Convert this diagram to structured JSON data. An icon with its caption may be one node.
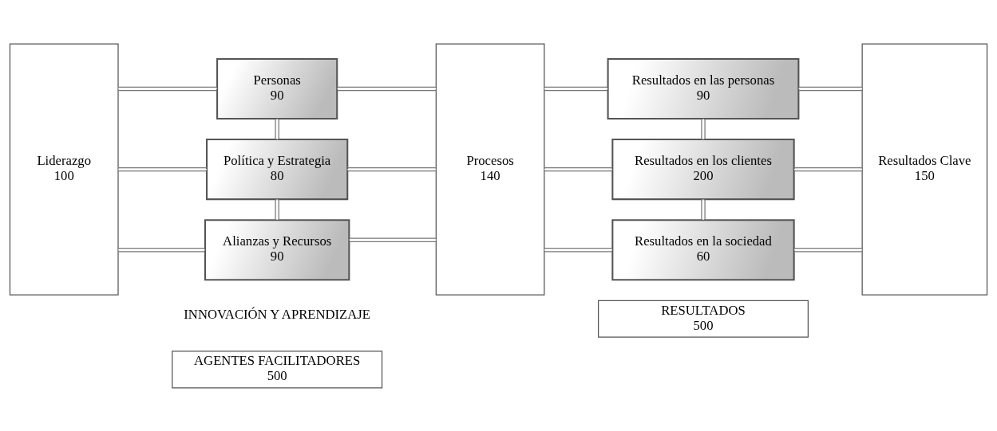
{
  "diagram": {
    "nodes": [
      {
        "text": [
          "Liderazgo",
          "100"
        ]
      },
      {
        "text": [
          "Personas",
          "90"
        ]
      },
      {
        "text": [
          "Política y Estrategia",
          "80"
        ]
      },
      {
        "text": [
          "Alianzas y Recursos",
          "90"
        ]
      },
      {
        "text": [
          "Procesos",
          "140"
        ]
      },
      {
        "text": [
          "Resultados en las personas",
          "90"
        ]
      },
      {
        "text": [
          "Resultados en los clientes",
          "200"
        ]
      },
      {
        "text": [
          "Resultados en la sociedad",
          "60"
        ]
      },
      {
        "text": [
          "Resultados Clave",
          "150"
        ]
      },
      {
        "text": [
          "AGENTES FACILITADORES",
          "500"
        ]
      },
      {
        "text": [
          "RESULTADOS",
          "500"
        ]
      }
    ],
    "edges": [
      {
        "from": 0,
        "to": 1,
        "arrow": "none"
      },
      {
        "from": 0,
        "to": 2,
        "arrow": "none"
      },
      {
        "from": 0,
        "to": 3,
        "arrow": "none"
      },
      {
        "from": 1,
        "to": 2,
        "arrow": "none"
      },
      {
        "from": 2,
        "to": 3,
        "arrow": "none"
      },
      {
        "from": 1,
        "to": 4,
        "arrow": "none"
      },
      {
        "from": 2,
        "to": 4,
        "arrow": "none"
      },
      {
        "from": 3,
        "to": 4,
        "arrow": "none"
      },
      {
        "from": 4,
        "to": 5,
        "arrow": "none"
      },
      {
        "from": 4,
        "to": 6,
        "arrow": "none"
      },
      {
        "from": 4,
        "to": 7,
        "arrow": "none"
      },
      {
        "from": 5,
        "to": 6,
        "arrow": "none"
      },
      {
        "from": 6,
        "to": 7,
        "arrow": "none"
      },
      {
        "from": 5,
        "to": 8,
        "arrow": "none"
      },
      {
        "from": 6,
        "to": 8,
        "arrow": "none"
      },
      {
        "from": 7,
        "to": 8,
        "arrow": "none"
      }
    ],
    "labels": [
      "INNOVACIÓN Y APRENDIZAJE"
    ]
  }
}
